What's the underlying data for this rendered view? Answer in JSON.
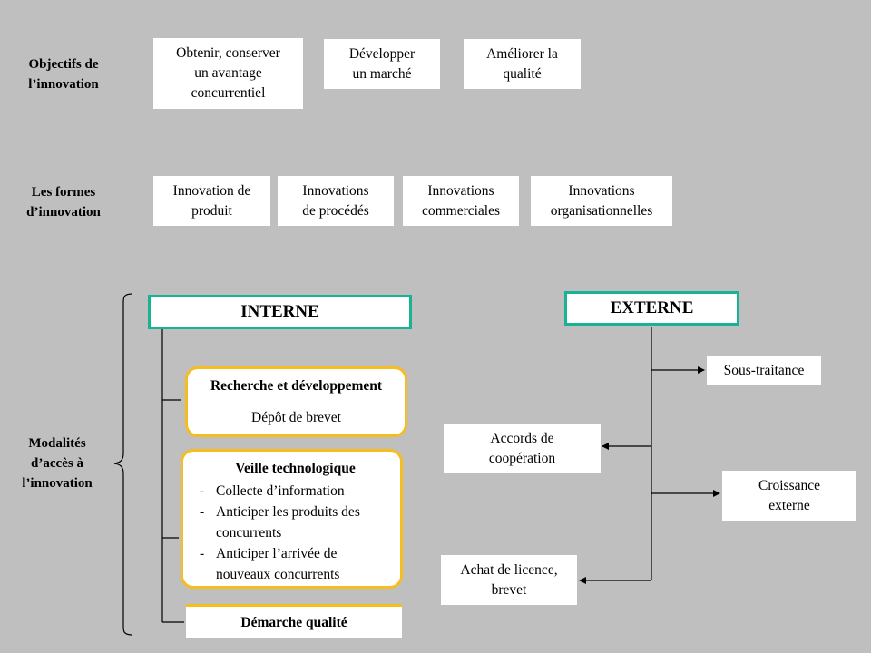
{
  "rows": {
    "objectifs": {
      "label_line1": "Objectifs de",
      "label_line2": "l’innovation",
      "items": [
        {
          "line1": "Obtenir, conserver",
          "line2": "un avantage",
          "line3": "concurrentiel"
        },
        {
          "line1": "Développer",
          "line2": "un marché"
        },
        {
          "line1": "Améliorer la",
          "line2": "qualité"
        }
      ]
    },
    "formes": {
      "label_line1": "Les formes",
      "label_line2": "d’innovation",
      "items": [
        {
          "line1": "Innovation de",
          "line2": "produit"
        },
        {
          "line1": "Innovations",
          "line2": "de procédés"
        },
        {
          "line1": "Innovations",
          "line2": "commerciales"
        },
        {
          "line1": "Innovations",
          "line2": "organisationnelles"
        }
      ]
    },
    "modalites": {
      "label_line1": "Modalités",
      "label_line2": "d’accès à",
      "label_line3": "l’innovation"
    }
  },
  "interne": {
    "title": "INTERNE",
    "rd": {
      "title": "Recherche et développement",
      "sub": "Dépôt de brevet"
    },
    "veille": {
      "title": "Veille technologique",
      "items": [
        {
          "line1": "Collecte d’information"
        },
        {
          "line1": "Anticiper les produits des",
          "line2": "concurrents"
        },
        {
          "line1": "Anticiper l’arrivée de",
          "line2": "nouveaux concurrents"
        }
      ]
    },
    "qualite": {
      "title": "Démarche qualité"
    }
  },
  "externe": {
    "title": "EXTERNE",
    "sous_traitance": {
      "line1": "Sous-traitance"
    },
    "accords": {
      "line1": "Accords de",
      "line2": "coopération"
    },
    "croissance": {
      "line1": "Croissance",
      "line2": "externe"
    },
    "achat": {
      "line1": "Achat de licence,",
      "line2": "brevet"
    }
  },
  "colors": {
    "background": "#bfbfbf",
    "teal_border": "#19b394",
    "yellow_border": "#f5bd1f"
  }
}
